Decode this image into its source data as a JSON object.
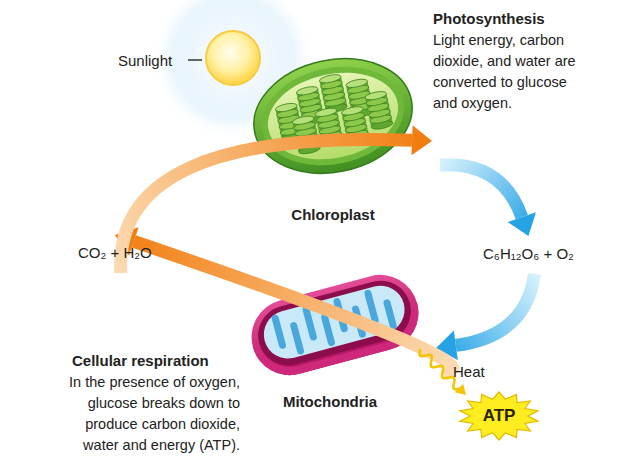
{
  "diagram": {
    "nodes": [
      {
        "text": [
          "Chloroplast"
        ]
      },
      {
        "text": [
          "Mitochondria"
        ]
      },
      {
        "text": [
          "ATP"
        ]
      }
    ],
    "edges": [
      {
        "from": 0,
        "to": 1,
        "arrow": "to",
        "label": "C₆H₁₂O₆ + O₂"
      },
      {
        "from": 1,
        "to": 0,
        "arrow": "to",
        "label": "CO₂ + H₂O"
      },
      {
        "from": 1,
        "to": 2,
        "arrow": "to",
        "label": "Heat"
      }
    ],
    "labels": [
      "Sunlight",
      "Photosynthesis",
      "Light energy, carbon dioxide, and water are converted to glucose and oxygen.",
      "Cellular respiration",
      "In the presence of oxygen, glucose breaks down to produce carbon dioxide, water and energy (ATP)."
    ]
  }
}
